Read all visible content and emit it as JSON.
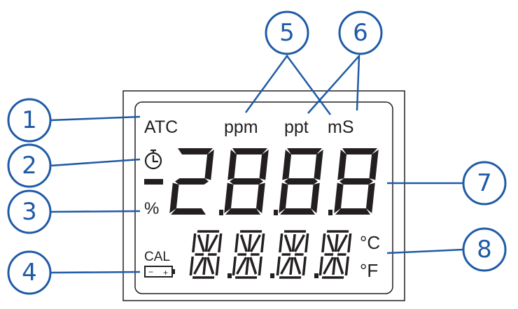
{
  "lcd": {
    "atc": "ATC",
    "ppm": "ppm",
    "ppt": "ppt",
    "ms": "mS",
    "percent": "%",
    "minus": "-",
    "cal": "CAL",
    "battery_minus": "−",
    "battery_plus": "+",
    "deg_c": "°C",
    "deg_f": "°F",
    "main_digits": [
      "2",
      "8",
      "8",
      "8"
    ],
    "icons": [
      "timer-icon",
      "battery-icon"
    ]
  },
  "callouts": [
    "1",
    "2",
    "3",
    "4",
    "5",
    "6",
    "7",
    "8"
  ],
  "colors": {
    "callout": "#1f5aa6",
    "lcd": "#231f20"
  }
}
